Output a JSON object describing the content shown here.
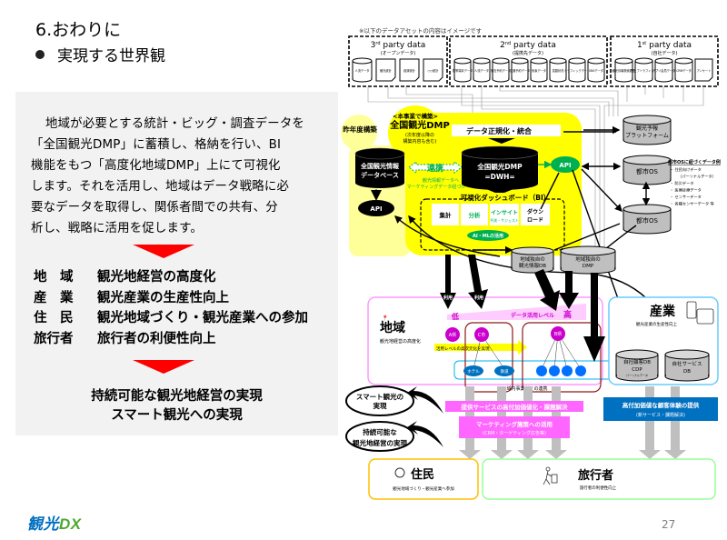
{
  "header": {
    "title": "6.おわりに",
    "subtitle": "実現する世界観"
  },
  "left_panel": {
    "paragraph_lines": [
      "地域が必要とする統計・ビッグ・調査データを",
      "「全国観光DMP」に蓄積し、格納を行い、BI",
      "機能をもつ「高度化地域DMP」上にて可視化",
      "します。それを活用し、地域はデータ戦略に必",
      "要なデータを取得し、関係者間での共有、分",
      "析し、戦略に活用を促します。"
    ],
    "stakeholders": [
      {
        "key": "地　域",
        "value": "観光地経営の高度化"
      },
      {
        "key": "産　業",
        "value": "観光産業の生産性向上"
      },
      {
        "key": "住　民",
        "value": "観光地域づくり・観光産業への参加"
      },
      {
        "key": "旅行者",
        "value": "旅行者の利便性向上"
      }
    ],
    "conclusion_lines": [
      "持続可能な観光地経営の実現",
      "スマート観光への実現"
    ]
  },
  "diagram": {
    "note": "※以下のデータアセットの内容はイメージです",
    "groups": [
      {
        "title_base": "3",
        "title_sup": "rd",
        "title_rest": " party data",
        "sub": "(オープンデータ)",
        "items": [
          "人流データ",
          "観光統計",
          "経済統計",
          "○○統計"
        ]
      },
      {
        "title_base": "2",
        "title_sup": "nd",
        "title_rest": " party data",
        "sub": "(提携先データ)",
        "items": [
          "携帯端末データ",
          "人流データ",
          "宿泊予約データ",
          "交通予約データ",
          "気象データ",
          "混雑状況",
          "トラフィックデータ",
          "SNSデータ"
        ]
      },
      {
        "title_base": "1",
        "title_sup": "st",
        "title_rest": " party data",
        "sub": "(自社データ)",
        "items": [
          "観光情報検索履歴",
          "ウェブトラフィック",
          "アプリ会員データ",
          "CRMデータ",
          "アンケート"
        ]
      }
    ],
    "last_year": "昨年度構築",
    "national_db": [
      "全国観光情報",
      "データベース"
    ],
    "api_left": "API",
    "this_project": {
      "label": "<本事業で構築>",
      "title": "全国観光DMP",
      "sub1": "(次年度以降の",
      "sub2": "構築内容も含む)"
    },
    "normalize": "データ正規化・統合",
    "dwh": [
      "全国観光DMP",
      "=DWH="
    ],
    "link_label": "連携",
    "link_sub": [
      "観光情報データへ",
      "マーケティングデータ紐づけ"
    ],
    "api_right": "API",
    "dashboard_title": "可視化ダッシュボード（BI）",
    "dashboard_items": [
      "集計",
      "分析",
      "インサイト",
      "ダウンロード"
    ],
    "insight_sub": "予測・サジェスト",
    "ai_label": "AI・MLの活用",
    "platform": [
      "観光予報",
      "プラットフォーム"
    ],
    "city_os": "都市OS",
    "city_os_note_title": "都市OSに紐づくデータ例",
    "city_os_note_items": [
      "住民向けデータ",
      "（パーソナルデータ）",
      "防災データ",
      "医療診療データ",
      "センサーデータ",
      "各種センサーデータ 等"
    ],
    "regional_db": [
      "地域独自の",
      "観光情報DB"
    ],
    "regional_dmp": [
      "地域独自の",
      "DMP"
    ],
    "use_label": "利用",
    "region": {
      "title": "地域",
      "sub": "観光地経営の高度化",
      "level_label": "データ活用レベル",
      "low": "低",
      "high": "高",
      "nodes": [
        "A県",
        "C市",
        "B県"
      ],
      "c_children": [
        "ホテル",
        "鉄道"
      ],
      "advance": "活用レベルの高次元化を実現",
      "cooperation": "域内事業者との連携"
    },
    "industry": {
      "title": "産業",
      "sub": "観光産業の生産性向上",
      "db1": [
        "自社顧客DB",
        "CDP",
        "パーソナルデータ"
      ],
      "db2": [
        "自社サービス",
        "DB"
      ]
    },
    "value_box": [
      "高付加価値な顧客体験の提供",
      "(新サービス・課題解決)"
    ],
    "pink_box1": "提供サービスの高付加価値化・課題解決",
    "pink_box2": [
      "マーケティング施策への活用",
      "(CRM・ターゲティング広告等)"
    ],
    "smart_bubble": [
      "スマート観光の",
      "実現"
    ],
    "sustain_bubble": [
      "持続可能な",
      "観光地経営の実現"
    ],
    "residents": {
      "title": "住民",
      "sub": "観光地域づくり・観光産業へ参加"
    },
    "travelers": {
      "title": "旅行者",
      "sub": "旅行者の利便性向上"
    }
  },
  "footer": {
    "logo_a": "観光",
    "logo_b": "DX",
    "page_number": "27"
  },
  "colors": {
    "accent_red": "#ff0000",
    "yellow": "#ffff00",
    "green": "#00b050",
    "magenta": "#ff33cc",
    "blue": "#0070c0"
  }
}
